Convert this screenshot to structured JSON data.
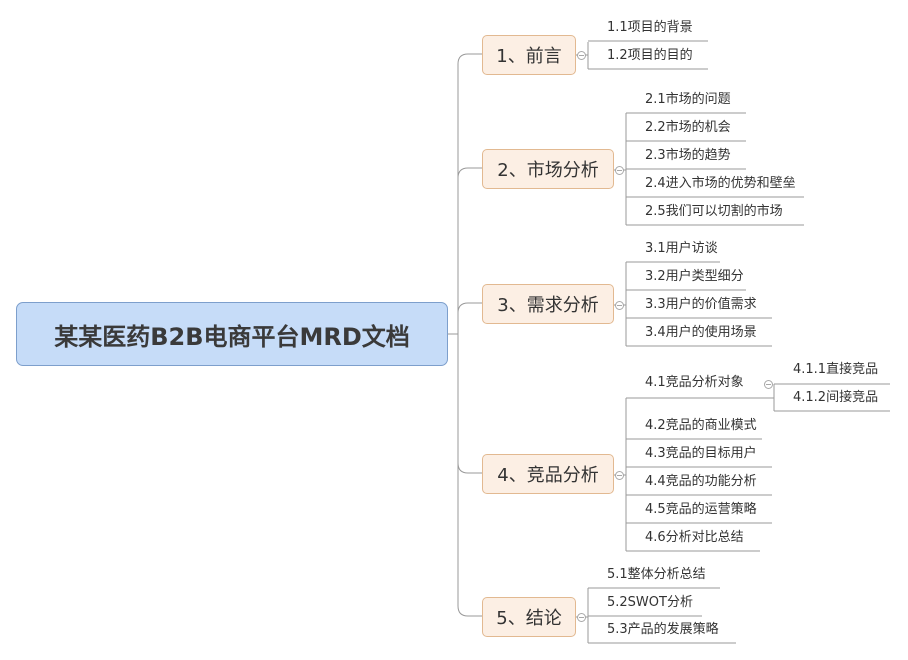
{
  "root": {
    "title": "某某医药B2B电商平台MRD文档"
  },
  "colors": {
    "root_fill": "#c6dcf8",
    "branch_fill": "#fcefe4",
    "line": "#9a9a9a"
  },
  "branches": [
    {
      "label": "1、前言",
      "children": [
        {
          "label": "1.1项目的背景"
        },
        {
          "label": "1.2项目的目的"
        }
      ]
    },
    {
      "label": "2、市场分析",
      "children": [
        {
          "label": "2.1市场的问题"
        },
        {
          "label": "2.2市场的机会"
        },
        {
          "label": "2.3市场的趋势"
        },
        {
          "label": "2.4进入市场的优势和壁垒"
        },
        {
          "label": "2.5我们可以切割的市场"
        }
      ]
    },
    {
      "label": "3、需求分析",
      "children": [
        {
          "label": "3.1用户访谈"
        },
        {
          "label": "3.2用户类型细分"
        },
        {
          "label": "3.3用户的价值需求"
        },
        {
          "label": "3.4用户的使用场景"
        }
      ]
    },
    {
      "label": "4、竞品分析",
      "children": [
        {
          "label": "4.1竞品分析对象",
          "children": [
            {
              "label": "4.1.1直接竞品"
            },
            {
              "label": "4.1.2间接竞品"
            }
          ]
        },
        {
          "label": "4.2竞品的商业模式"
        },
        {
          "label": "4.3竞品的目标用户"
        },
        {
          "label": "4.4竞品的功能分析"
        },
        {
          "label": "4.5竞品的运营策略"
        },
        {
          "label": "4.6分析对比总结"
        }
      ]
    },
    {
      "label": "5、结论",
      "children": [
        {
          "label": "5.1整体分析总结"
        },
        {
          "label": "5.2SWOT分析"
        },
        {
          "label": "5.3产品的发展策略"
        }
      ]
    }
  ]
}
